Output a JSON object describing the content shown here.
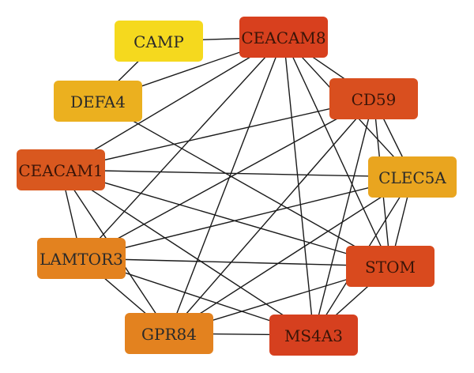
{
  "nodes": [
    {
      "id": "CAMP",
      "label": "CAMP",
      "fill": "#f5d91e",
      "text": "#2a2a2a"
    },
    {
      "id": "CEACAM8",
      "label": "CEACAM8",
      "fill": "#d8401e",
      "text": "#3a1508"
    },
    {
      "id": "DEFA4",
      "label": "DEFA4",
      "fill": "#ebb01f",
      "text": "#2a2a2a"
    },
    {
      "id": "CD59",
      "label": "CD59",
      "fill": "#d94f1f",
      "text": "#3a1508"
    },
    {
      "id": "CEACAM1",
      "label": "CEACAM1",
      "fill": "#d9581f",
      "text": "#3a1508"
    },
    {
      "id": "CLEC5A",
      "label": "CLEC5A",
      "fill": "#e9a51f",
      "text": "#2a2a2a"
    },
    {
      "id": "LAMTOR3",
      "label": "LAMTOR3",
      "fill": "#e3821f",
      "text": "#2a2a2a"
    },
    {
      "id": "STOM",
      "label": "STOM",
      "fill": "#d94a1e",
      "text": "#3a1508"
    },
    {
      "id": "GPR84",
      "label": "GPR84",
      "fill": "#e3821f",
      "text": "#2a2a2a"
    },
    {
      "id": "MS4A3",
      "label": "MS4A3",
      "fill": "#d6401f",
      "text": "#3a1508"
    }
  ],
  "edges": [
    [
      "CAMP",
      "CEACAM8"
    ],
    [
      "CAMP",
      "DEFA4"
    ],
    [
      "DEFA4",
      "CEACAM8"
    ],
    [
      "DEFA4",
      "STOM"
    ],
    [
      "CEACAM8",
      "CEACAM1"
    ],
    [
      "CEACAM8",
      "CD59"
    ],
    [
      "CEACAM8",
      "CLEC5A"
    ],
    [
      "CEACAM8",
      "LAMTOR3"
    ],
    [
      "CEACAM8",
      "STOM"
    ],
    [
      "CEACAM8",
      "GPR84"
    ],
    [
      "CEACAM8",
      "MS4A3"
    ],
    [
      "CD59",
      "CEACAM1"
    ],
    [
      "CD59",
      "CLEC5A"
    ],
    [
      "CD59",
      "LAMTOR3"
    ],
    [
      "CD59",
      "STOM"
    ],
    [
      "CD59",
      "GPR84"
    ],
    [
      "CD59",
      "MS4A3"
    ],
    [
      "CEACAM1",
      "CLEC5A"
    ],
    [
      "CEACAM1",
      "LAMTOR3"
    ],
    [
      "CEACAM1",
      "STOM"
    ],
    [
      "CEACAM1",
      "GPR84"
    ],
    [
      "CEACAM1",
      "MS4A3"
    ],
    [
      "CLEC5A",
      "LAMTOR3"
    ],
    [
      "CLEC5A",
      "STOM"
    ],
    [
      "CLEC5A",
      "GPR84"
    ],
    [
      "CLEC5A",
      "MS4A3"
    ],
    [
      "LAMTOR3",
      "STOM"
    ],
    [
      "LAMTOR3",
      "GPR84"
    ],
    [
      "LAMTOR3",
      "MS4A3"
    ],
    [
      "STOM",
      "GPR84"
    ],
    [
      "STOM",
      "MS4A3"
    ],
    [
      "GPR84",
      "MS4A3"
    ]
  ]
}
